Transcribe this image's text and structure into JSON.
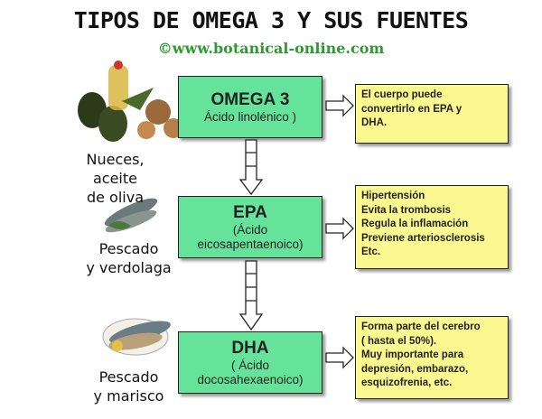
{
  "title": "TIPOS DE OMEGA 3 Y SUS FUENTES",
  "url": "©www.botanical-online.com",
  "nodes": [
    {
      "heading": "OMEGA 3",
      "sub": "Ácido linolénico )",
      "source": [
        "Nueces, aceite",
        "de oliva"
      ],
      "effects": [
        "El cuerpo puede",
        "convertirlo en EPA y",
        "DHA."
      ]
    },
    {
      "heading": "EPA",
      "sub": "(Ácido eicosapentaenoico)",
      "source": [
        "Pescado",
        "y verdolaga"
      ],
      "effects": [
        "Hipertensión",
        "Evita la trombosis",
        "Regula la inflamación",
        "Previene arteriosclerosis",
        "Etc."
      ]
    },
    {
      "heading": "DHA",
      "sub": "( Ácido docosahexaenoico)",
      "source": [
        "Pescado",
        "y marisco"
      ],
      "effects": [
        "Forma parte del cerebro",
        "( hasta el 50%).",
        "Muy importante para",
        "depresión, embarazo,",
        "esquizofrenia, etc."
      ]
    }
  ],
  "colors": {
    "green_box": "#66e39a",
    "yellow_box": "#fbf890",
    "url": "#2f9a2f"
  }
}
